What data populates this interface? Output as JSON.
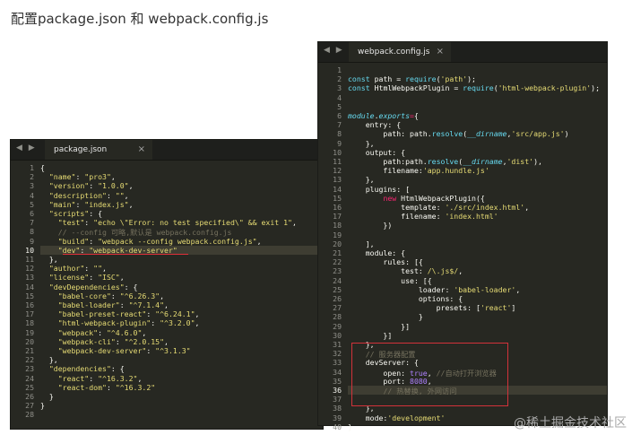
{
  "page_title": "配置package.json 和 webpack.config.js",
  "watermark": "@稀土掘金技术社区",
  "colors": {
    "editor_bg": "#272822",
    "string": "#e6db74",
    "comment": "#75715e",
    "keyword": "#f92672",
    "function": "#66d9ef",
    "number": "#ae81ff",
    "annotation_red": "#d2323a"
  },
  "nav_arrows": "◀ ▶",
  "package_editor": {
    "tab_label": "package.json",
    "close_glyph": "×",
    "current_line": 10,
    "line_numbers": [
      "1",
      "2",
      "3",
      "4",
      "5",
      "6",
      "7",
      "8",
      "9",
      "10",
      "11",
      "12",
      "13",
      "14",
      "15",
      "16",
      "17",
      "18",
      "19",
      "20",
      "21",
      "22",
      "23",
      "24",
      "25",
      "26",
      "27",
      "28"
    ],
    "lines": [
      [
        [
          "pl",
          "{"
        ]
      ],
      [
        [
          "pl",
          "  "
        ],
        [
          "str",
          "\"name\""
        ],
        [
          "pl",
          ": "
        ],
        [
          "str",
          "\"pro3\""
        ],
        [
          "pl",
          ","
        ]
      ],
      [
        [
          "pl",
          "  "
        ],
        [
          "str",
          "\"version\""
        ],
        [
          "pl",
          ": "
        ],
        [
          "str",
          "\"1.0.0\""
        ],
        [
          "pl",
          ","
        ]
      ],
      [
        [
          "pl",
          "  "
        ],
        [
          "str",
          "\"description\""
        ],
        [
          "pl",
          ": "
        ],
        [
          "str",
          "\"\""
        ],
        [
          "pl",
          ","
        ]
      ],
      [
        [
          "pl",
          "  "
        ],
        [
          "str",
          "\"main\""
        ],
        [
          "pl",
          ": "
        ],
        [
          "str",
          "\"index.js\""
        ],
        [
          "pl",
          ","
        ]
      ],
      [
        [
          "pl",
          "  "
        ],
        [
          "str",
          "\"scripts\""
        ],
        [
          "pl",
          ": {"
        ]
      ],
      [
        [
          "pl",
          "    "
        ],
        [
          "str",
          "\"test\""
        ],
        [
          "pl",
          ": "
        ],
        [
          "str",
          "\"echo \\\"Error: no test specified\\\" && exit 1\""
        ],
        [
          "pl",
          ","
        ]
      ],
      [
        [
          "pl",
          "    "
        ],
        [
          "cm",
          "// --config 可略,默认是 webpack.config.js"
        ]
      ],
      [
        [
          "pl",
          "    "
        ],
        [
          "str",
          "\"build\""
        ],
        [
          "pl",
          ": "
        ],
        [
          "str",
          "\"webpack --config webpack.config.js\""
        ],
        [
          "pl",
          ","
        ]
      ],
      [
        [
          "pl",
          "    "
        ],
        [
          "str",
          "\"dev\""
        ],
        [
          "pl",
          ": "
        ],
        [
          "str",
          "\"webpack-dev-server\""
        ]
      ],
      [
        [
          "pl",
          "  },"
        ]
      ],
      [
        [
          "pl",
          "  "
        ],
        [
          "str",
          "\"author\""
        ],
        [
          "pl",
          ": "
        ],
        [
          "str",
          "\"\""
        ],
        [
          "pl",
          ","
        ]
      ],
      [
        [
          "pl",
          "  "
        ],
        [
          "str",
          "\"license\""
        ],
        [
          "pl",
          ": "
        ],
        [
          "str",
          "\"ISC\""
        ],
        [
          "pl",
          ","
        ]
      ],
      [
        [
          "pl",
          "  "
        ],
        [
          "str",
          "\"devDependencies\""
        ],
        [
          "pl",
          ": {"
        ]
      ],
      [
        [
          "pl",
          "    "
        ],
        [
          "str",
          "\"babel-core\""
        ],
        [
          "pl",
          ": "
        ],
        [
          "str",
          "\"^6.26.3\""
        ],
        [
          "pl",
          ","
        ]
      ],
      [
        [
          "pl",
          "    "
        ],
        [
          "str",
          "\"babel-loader\""
        ],
        [
          "pl",
          ": "
        ],
        [
          "str",
          "\"^7.1.4\""
        ],
        [
          "pl",
          ","
        ]
      ],
      [
        [
          "pl",
          "    "
        ],
        [
          "str",
          "\"babel-preset-react\""
        ],
        [
          "pl",
          ": "
        ],
        [
          "str",
          "\"^6.24.1\""
        ],
        [
          "pl",
          ","
        ]
      ],
      [
        [
          "pl",
          "    "
        ],
        [
          "str",
          "\"html-webpack-plugin\""
        ],
        [
          "pl",
          ": "
        ],
        [
          "str",
          "\"^3.2.0\""
        ],
        [
          "pl",
          ","
        ]
      ],
      [
        [
          "pl",
          "    "
        ],
        [
          "str",
          "\"webpack\""
        ],
        [
          "pl",
          ": "
        ],
        [
          "str",
          "\"^4.6.0\""
        ],
        [
          "pl",
          ","
        ]
      ],
      [
        [
          "pl",
          "    "
        ],
        [
          "str",
          "\"webpack-cli\""
        ],
        [
          "pl",
          ": "
        ],
        [
          "str",
          "\"^2.0.15\""
        ],
        [
          "pl",
          ","
        ]
      ],
      [
        [
          "pl",
          "    "
        ],
        [
          "str",
          "\"webpack-dev-server\""
        ],
        [
          "pl",
          ": "
        ],
        [
          "str",
          "\"^3.1.3\""
        ]
      ],
      [
        [
          "pl",
          "  },"
        ]
      ],
      [
        [
          "pl",
          "  "
        ],
        [
          "str",
          "\"dependencies\""
        ],
        [
          "pl",
          ": {"
        ]
      ],
      [
        [
          "pl",
          "    "
        ],
        [
          "str",
          "\"react\""
        ],
        [
          "pl",
          ": "
        ],
        [
          "str",
          "\"^16.3.2\""
        ],
        [
          "pl",
          ","
        ]
      ],
      [
        [
          "pl",
          "    "
        ],
        [
          "str",
          "\"react-dom\""
        ],
        [
          "pl",
          ": "
        ],
        [
          "str",
          "\"^16.3.2\""
        ]
      ],
      [
        [
          "pl",
          "  }"
        ]
      ],
      [
        [
          "pl",
          "}"
        ]
      ],
      [
        [
          "pl",
          ""
        ]
      ]
    ]
  },
  "webpack_editor": {
    "tab_label": "webpack.config.js",
    "close_glyph": "×",
    "current_line": 36,
    "line_numbers": [
      "1",
      "2",
      "3",
      "4",
      "5",
      "6",
      "7",
      "8",
      "9",
      "10",
      "11",
      "12",
      "13",
      "14",
      "15",
      "16",
      "17",
      "18",
      "19",
      "20",
      "21",
      "22",
      "23",
      "24",
      "25",
      "26",
      "27",
      "28",
      "29",
      "30",
      "31",
      "32",
      "33",
      "34",
      "35",
      "36",
      "37",
      "38",
      "39",
      "40"
    ],
    "lines": [
      [
        [
          "pl",
          ""
        ]
      ],
      [
        [
          "fn",
          "const"
        ],
        [
          "pl",
          " path = "
        ],
        [
          "fn",
          "require"
        ],
        [
          "pl",
          "("
        ],
        [
          "str",
          "'path'"
        ],
        [
          "pl",
          ");"
        ]
      ],
      [
        [
          "fn",
          "const"
        ],
        [
          "pl",
          " HtmlWebpackPlugin = "
        ],
        [
          "fn",
          "require"
        ],
        [
          "pl",
          "("
        ],
        [
          "str",
          "'html-webpack-plugin'"
        ],
        [
          "pl",
          ");"
        ]
      ],
      [
        [
          "pl",
          ""
        ]
      ],
      [
        [
          "pl",
          ""
        ]
      ],
      [
        [
          "it",
          "module"
        ],
        [
          "pl",
          "."
        ],
        [
          "it",
          "exports"
        ],
        [
          "kw",
          "="
        ],
        [
          "pl",
          "{"
        ]
      ],
      [
        [
          "pl",
          "    entry: {"
        ]
      ],
      [
        [
          "pl",
          "        path: path."
        ],
        [
          "fn",
          "resolve"
        ],
        [
          "pl",
          "("
        ],
        [
          "it",
          "__dirname"
        ],
        [
          "pl",
          ","
        ],
        [
          "str",
          "'src/app.js'"
        ],
        [
          "pl",
          ")"
        ]
      ],
      [
        [
          "pl",
          "    },"
        ]
      ],
      [
        [
          "pl",
          "    output: {"
        ]
      ],
      [
        [
          "pl",
          "        path:path."
        ],
        [
          "fn",
          "resolve"
        ],
        [
          "pl",
          "("
        ],
        [
          "it",
          "__dirname"
        ],
        [
          "pl",
          ","
        ],
        [
          "str",
          "'dist'"
        ],
        [
          "pl",
          "),"
        ]
      ],
      [
        [
          "pl",
          "        filename:"
        ],
        [
          "str",
          "'app.hundle.js'"
        ]
      ],
      [
        [
          "pl",
          "    },"
        ]
      ],
      [
        [
          "pl",
          "    plugins: ["
        ]
      ],
      [
        [
          "pl",
          "        "
        ],
        [
          "kw",
          "new"
        ],
        [
          "pl",
          " HtmlWebpackPlugin({"
        ]
      ],
      [
        [
          "pl",
          "            template: "
        ],
        [
          "str",
          "'./src/index.html'"
        ],
        [
          "pl",
          ","
        ]
      ],
      [
        [
          "pl",
          "            filename: "
        ],
        [
          "str",
          "'index.html'"
        ]
      ],
      [
        [
          "pl",
          "        })"
        ]
      ],
      [
        [
          "pl",
          ""
        ]
      ],
      [
        [
          "pl",
          "    ],"
        ]
      ],
      [
        [
          "pl",
          "    module: {"
        ]
      ],
      [
        [
          "pl",
          "        rules: [{"
        ]
      ],
      [
        [
          "pl",
          "            test: "
        ],
        [
          "str",
          "/\\.js$/"
        ],
        [
          "pl",
          ","
        ]
      ],
      [
        [
          "pl",
          "            use: [{"
        ]
      ],
      [
        [
          "pl",
          "                loader: "
        ],
        [
          "str",
          "'babel-loader'"
        ],
        [
          "pl",
          ","
        ]
      ],
      [
        [
          "pl",
          "                options: {"
        ]
      ],
      [
        [
          "pl",
          "                    presets: ["
        ],
        [
          "str",
          "'react'"
        ],
        [
          "pl",
          "]"
        ]
      ],
      [
        [
          "pl",
          "                }"
        ]
      ],
      [
        [
          "pl",
          "            }]"
        ]
      ],
      [
        [
          "pl",
          "        }]"
        ]
      ],
      [
        [
          "pl",
          "    },"
        ]
      ],
      [
        [
          "pl",
          "    "
        ],
        [
          "cm",
          "// 服务器配置"
        ]
      ],
      [
        [
          "pl",
          "    devServer: {"
        ]
      ],
      [
        [
          "pl",
          "        open: "
        ],
        [
          "num",
          "true"
        ],
        [
          "pl",
          ", "
        ],
        [
          "cm",
          "//自动打开浏览器"
        ]
      ],
      [
        [
          "pl",
          "        port: "
        ],
        [
          "num",
          "8080"
        ],
        [
          "pl",
          ","
        ]
      ],
      [
        [
          "pl",
          "        "
        ],
        [
          "cm",
          "// 热替换, 外网访问"
        ]
      ],
      [
        [
          "pl",
          ""
        ]
      ],
      [
        [
          "pl",
          "    },"
        ]
      ],
      [
        [
          "pl",
          "    mode:"
        ],
        [
          "str",
          "'development'"
        ]
      ],
      [
        [
          "pl",
          "}"
        ]
      ]
    ]
  }
}
